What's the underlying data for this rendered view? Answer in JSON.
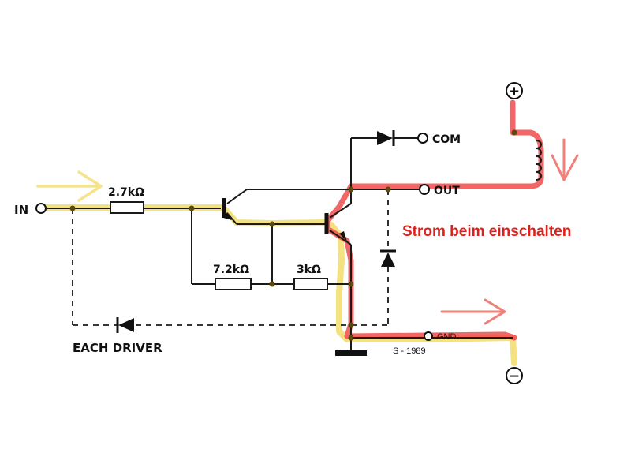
{
  "labels": {
    "in": "IN",
    "r1": "2.7kΩ",
    "r2": "7.2kΩ",
    "r3": "3kΩ",
    "com": "COM",
    "out": "OUT",
    "gnd": "GND",
    "each_driver": "EACH DRIVER",
    "mark": "S - 1989",
    "plus": "+",
    "minus": "−"
  },
  "annotation": "Strom beim einschalten",
  "colors": {
    "wire": "#1a1a1a",
    "highlight_yellow": "#f3de72",
    "highlight_red": "#ef4b4b",
    "arrow_yellow": "#f7e38a",
    "arrow_red": "#f0807a",
    "text_red": "#e0201b"
  }
}
